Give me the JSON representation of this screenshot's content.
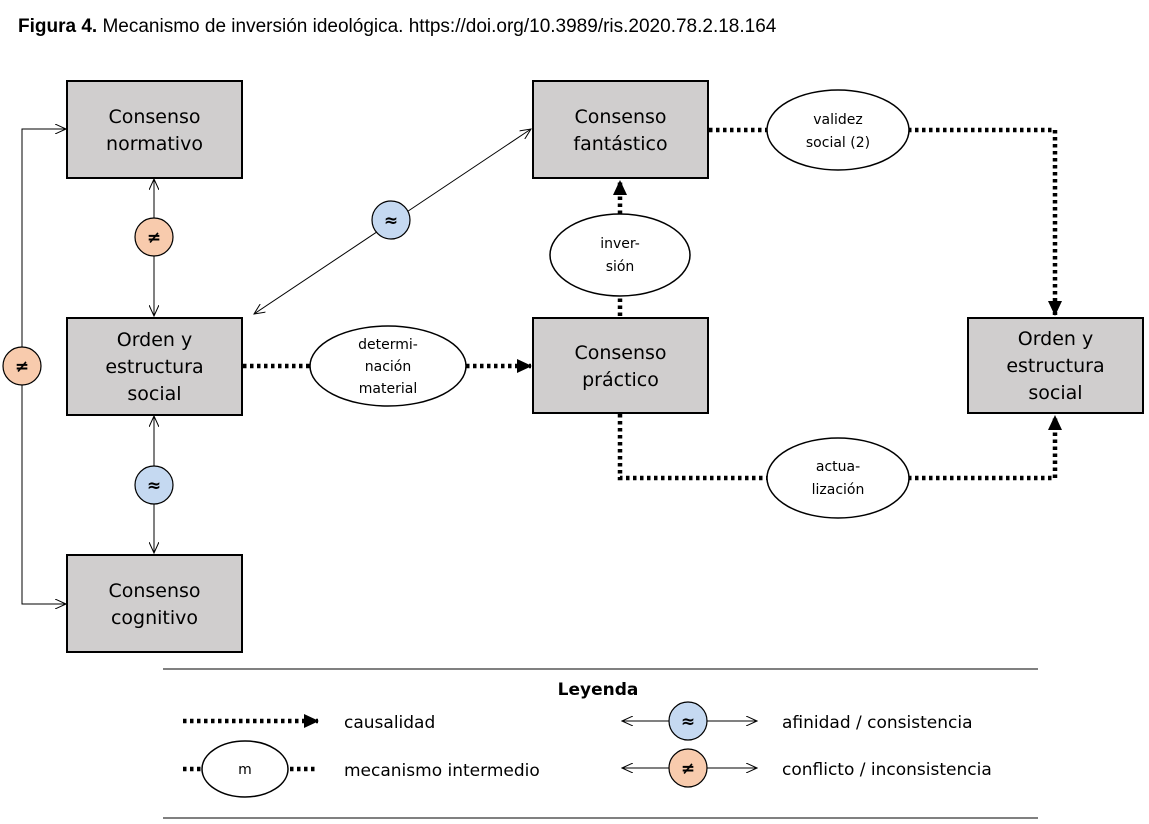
{
  "caption": {
    "label": "Figura 4.",
    "text": " Mecanismo de inversión ideológica. https://doi.org/10.3989/ris.2020.78.2.18.164"
  },
  "boxes": {
    "normativo": [
      "Consenso",
      "normativo"
    ],
    "orden_left": [
      "Orden y",
      "estructura",
      "social"
    ],
    "cognitivo": [
      "Consenso",
      "cognitivo"
    ],
    "fantastico": [
      "Consenso",
      "fantástico"
    ],
    "practico": [
      "Consenso",
      "práctico"
    ],
    "orden_right": [
      "Orden y",
      "estructura",
      "social"
    ]
  },
  "mechanisms": {
    "determinacion": [
      "determi-",
      "nación",
      "material"
    ],
    "inversion": [
      "inver-",
      "sión"
    ],
    "validez": [
      "validez",
      "social (2)"
    ],
    "actualizacion": [
      "actua-",
      "lización"
    ]
  },
  "symbols": {
    "affinity": "≈",
    "conflict": "≠"
  },
  "legend": {
    "title": "Leyenda",
    "causalidad": "causalidad",
    "mecanismo_symbol": "m",
    "mecanismo": "mecanismo intermedio",
    "afinidad": "afinidad / consistencia",
    "conflicto": "conflicto / inconsistencia"
  },
  "colors": {
    "box_fill": "#d0cece",
    "affinity_fill": "#c5d9f1",
    "conflict_fill": "#f8cbad"
  }
}
